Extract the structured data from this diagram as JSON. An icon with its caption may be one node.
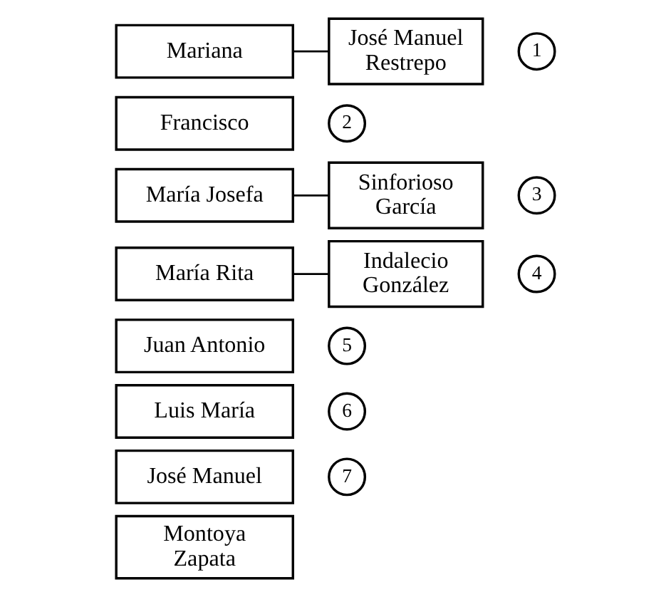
{
  "diagram": {
    "nodes": [
      {
        "text": [
          "Mariana"
        ]
      },
      {
        "text": [
          "José Manuel Restrepo"
        ]
      },
      {
        "text": [
          "1"
        ]
      },
      {
        "text": [
          "2"
        ]
      },
      {
        "text": [
          "Francisco"
        ]
      },
      {
        "text": [
          "María Josefa"
        ]
      },
      {
        "text": [
          "Sinforioso García"
        ]
      },
      {
        "text": [
          "3"
        ]
      },
      {
        "text": [
          "María Rita"
        ]
      },
      {
        "text": [
          "Indalecio González"
        ]
      },
      {
        "text": [
          "4"
        ]
      },
      {
        "text": [
          "5"
        ]
      },
      {
        "text": [
          "Juan Antonio"
        ]
      },
      {
        "text": [
          "6"
        ]
      },
      {
        "text": [
          "Luis María"
        ]
      },
      {
        "text": [
          "7"
        ]
      },
      {
        "text": [
          "José Manuel"
        ]
      },
      {
        "text": [
          "Montoya Zapata"
        ]
      }
    ],
    "edges": [
      {
        "from": 0,
        "to": 1,
        "arrow": "none"
      },
      {
        "from": 5,
        "to": 6,
        "arrow": "none"
      },
      {
        "from": 8,
        "to": 9,
        "arrow": "none"
      }
    ]
  }
}
